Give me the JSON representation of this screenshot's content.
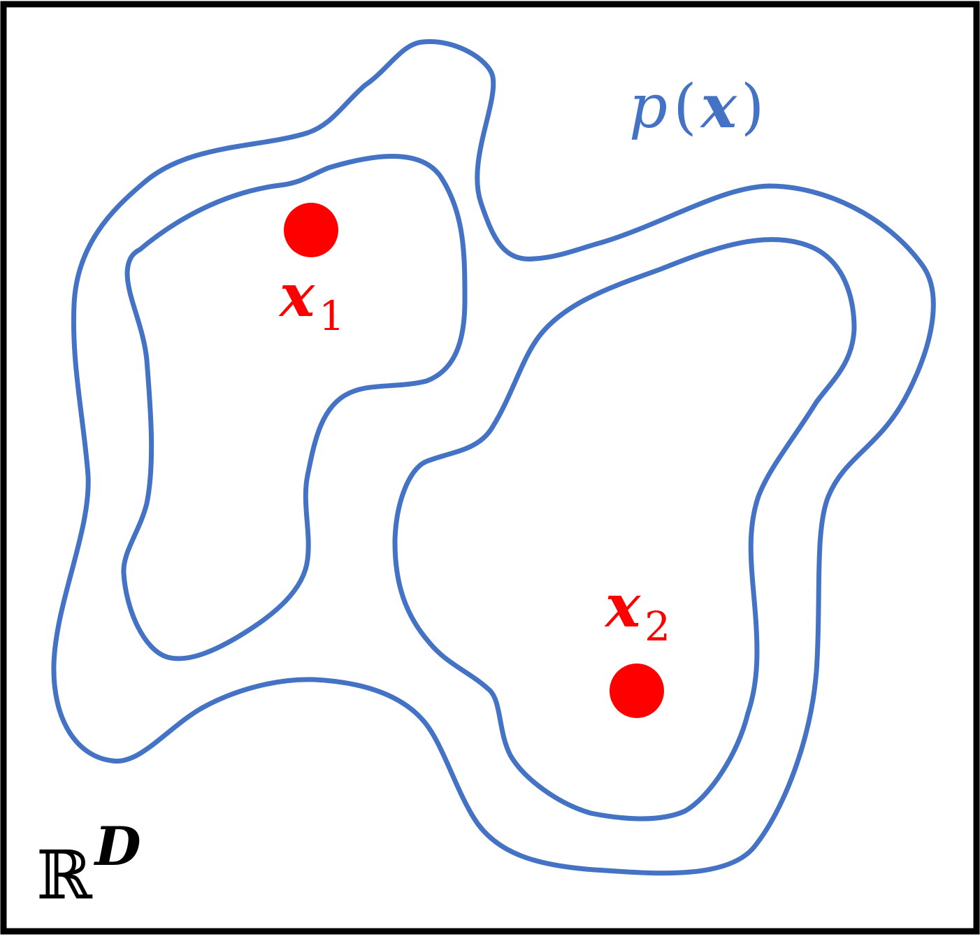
{
  "labels": {
    "density": {
      "p": "p",
      "open_paren": "(",
      "x": "x",
      "close_paren": ")"
    },
    "point1": {
      "base": "x",
      "subscript": "1"
    },
    "point2": {
      "base": "x",
      "subscript": "2"
    },
    "space": {
      "base": "ℝ",
      "superscript": "D"
    }
  },
  "colors": {
    "contour": "#4472C4",
    "point": "#FF0000",
    "frame": "#000000",
    "space_label": "#000000"
  }
}
